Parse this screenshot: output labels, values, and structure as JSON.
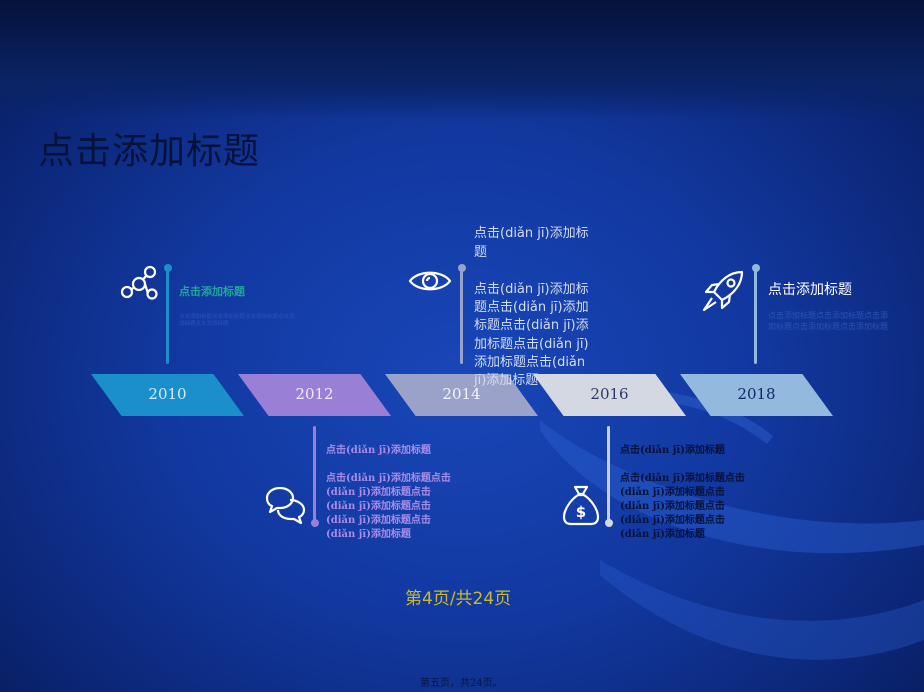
{
  "title": "点击添加标题",
  "timeline": {
    "years": [
      "2010",
      "2012",
      "2014",
      "2016",
      "2018"
    ],
    "items": {
      "y2010": {
        "heading": "点击添加标题",
        "body": [
          "点击添加标题点击添加标题点击添加标题点击添",
          "加标题点击添加标题"
        ]
      },
      "y2012": {
        "heading": "点击(diǎn jī)添加标题",
        "body": [
          "点击(diǎn jī)添加标题点击",
          "(diǎn jī)添加标题点击",
          "(diǎn jī)添加标题点击",
          "(diǎn jī)添加标题点击",
          "(diǎn jī)添加标题"
        ]
      },
      "y2014": {
        "heading": [
          "点击(diǎn jī)添加标",
          "题"
        ],
        "body": [
          "点击(diǎn jī)添加标",
          "题点击(diǎn jī)添加",
          "标题点击(diǎn jī)添",
          "加标题点击(diǎn jī)",
          "添加标题点击(diǎn",
          "jī)添加标题"
        ]
      },
      "y2016": {
        "heading": "点击(diǎn jī)添加标题",
        "body": [
          "点击(diǎn jī)添加标题点击",
          "(diǎn jī)添加标题点击",
          "(diǎn jī)添加标题点击",
          "(diǎn jī)添加标题点击",
          "(diǎn jī)添加标题"
        ]
      },
      "y2018": {
        "heading": "点击添加标题",
        "body": [
          "点击添加标题点击添加标题点击添",
          "加标题点击添加标题点击添加标题"
        ]
      }
    }
  },
  "page_indicator": "第4页/共24页",
  "footer": "第五页，共24页。",
  "colors": {
    "band2010": "#1a8fc9",
    "band2012": "#9a7fd6",
    "band2014": "#9aa2c9",
    "band2016": "#d4d8e2",
    "band2018": "#93b9de",
    "accent_green": "#1ea79a",
    "accent_purple": "#9a7fd6"
  },
  "icons": [
    "network-icon",
    "chat-bubbles-icon",
    "eye-icon",
    "money-bag-icon",
    "rocket-icon"
  ]
}
